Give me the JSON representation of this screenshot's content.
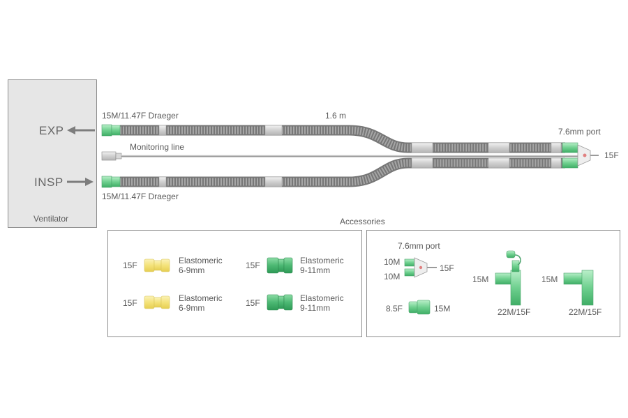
{
  "ventilator": {
    "label": "Ventilator",
    "exp_label": "EXP",
    "insp_label": "INSP"
  },
  "circuit": {
    "top_connector_label": "15M/11.47F Draeger",
    "bottom_connector_label": "15M/11.47F Draeger",
    "length_label": "1.6 m",
    "monitoring_line_label": "Monitoring line",
    "port_label": "7.6mm port",
    "patient_end_label": "15F"
  },
  "accessories": {
    "title": "Accessories",
    "left_panel": [
      {
        "size": "15F",
        "type_line1": "Elastomeric",
        "type_line2": "6-9mm",
        "color": "#f4e27a"
      },
      {
        "size": "15F",
        "type_line1": "Elastomeric",
        "type_line2": "9-11mm",
        "color": "#5cc27e"
      },
      {
        "size": "15F",
        "type_line1": "Elastomeric",
        "type_line2": "6-9mm",
        "color": "#f4e27a"
      },
      {
        "size": "15F",
        "type_line1": "Elastomeric",
        "type_line2": "9-11mm",
        "color": "#5cc27e"
      }
    ],
    "right_panel": {
      "port_label": "7.6mm port",
      "wye_top_label": "10M",
      "wye_bottom_label": "10M",
      "wye_right_label": "15F",
      "adapter_left_label": "8.5F",
      "adapter_right_label": "15M",
      "tpiece_left_label": "15M",
      "tpiece_bottom_label": "22M/15F",
      "elbow_left_label": "15M",
      "elbow_bottom_label": "22M/15F"
    }
  },
  "colors": {
    "tube": "#8a8a8a",
    "tube_light": "#d4d4d4",
    "connector_green": "#7ed69a",
    "cap_yellow": "#f4e27a",
    "cap_green": "#5cc27e"
  }
}
